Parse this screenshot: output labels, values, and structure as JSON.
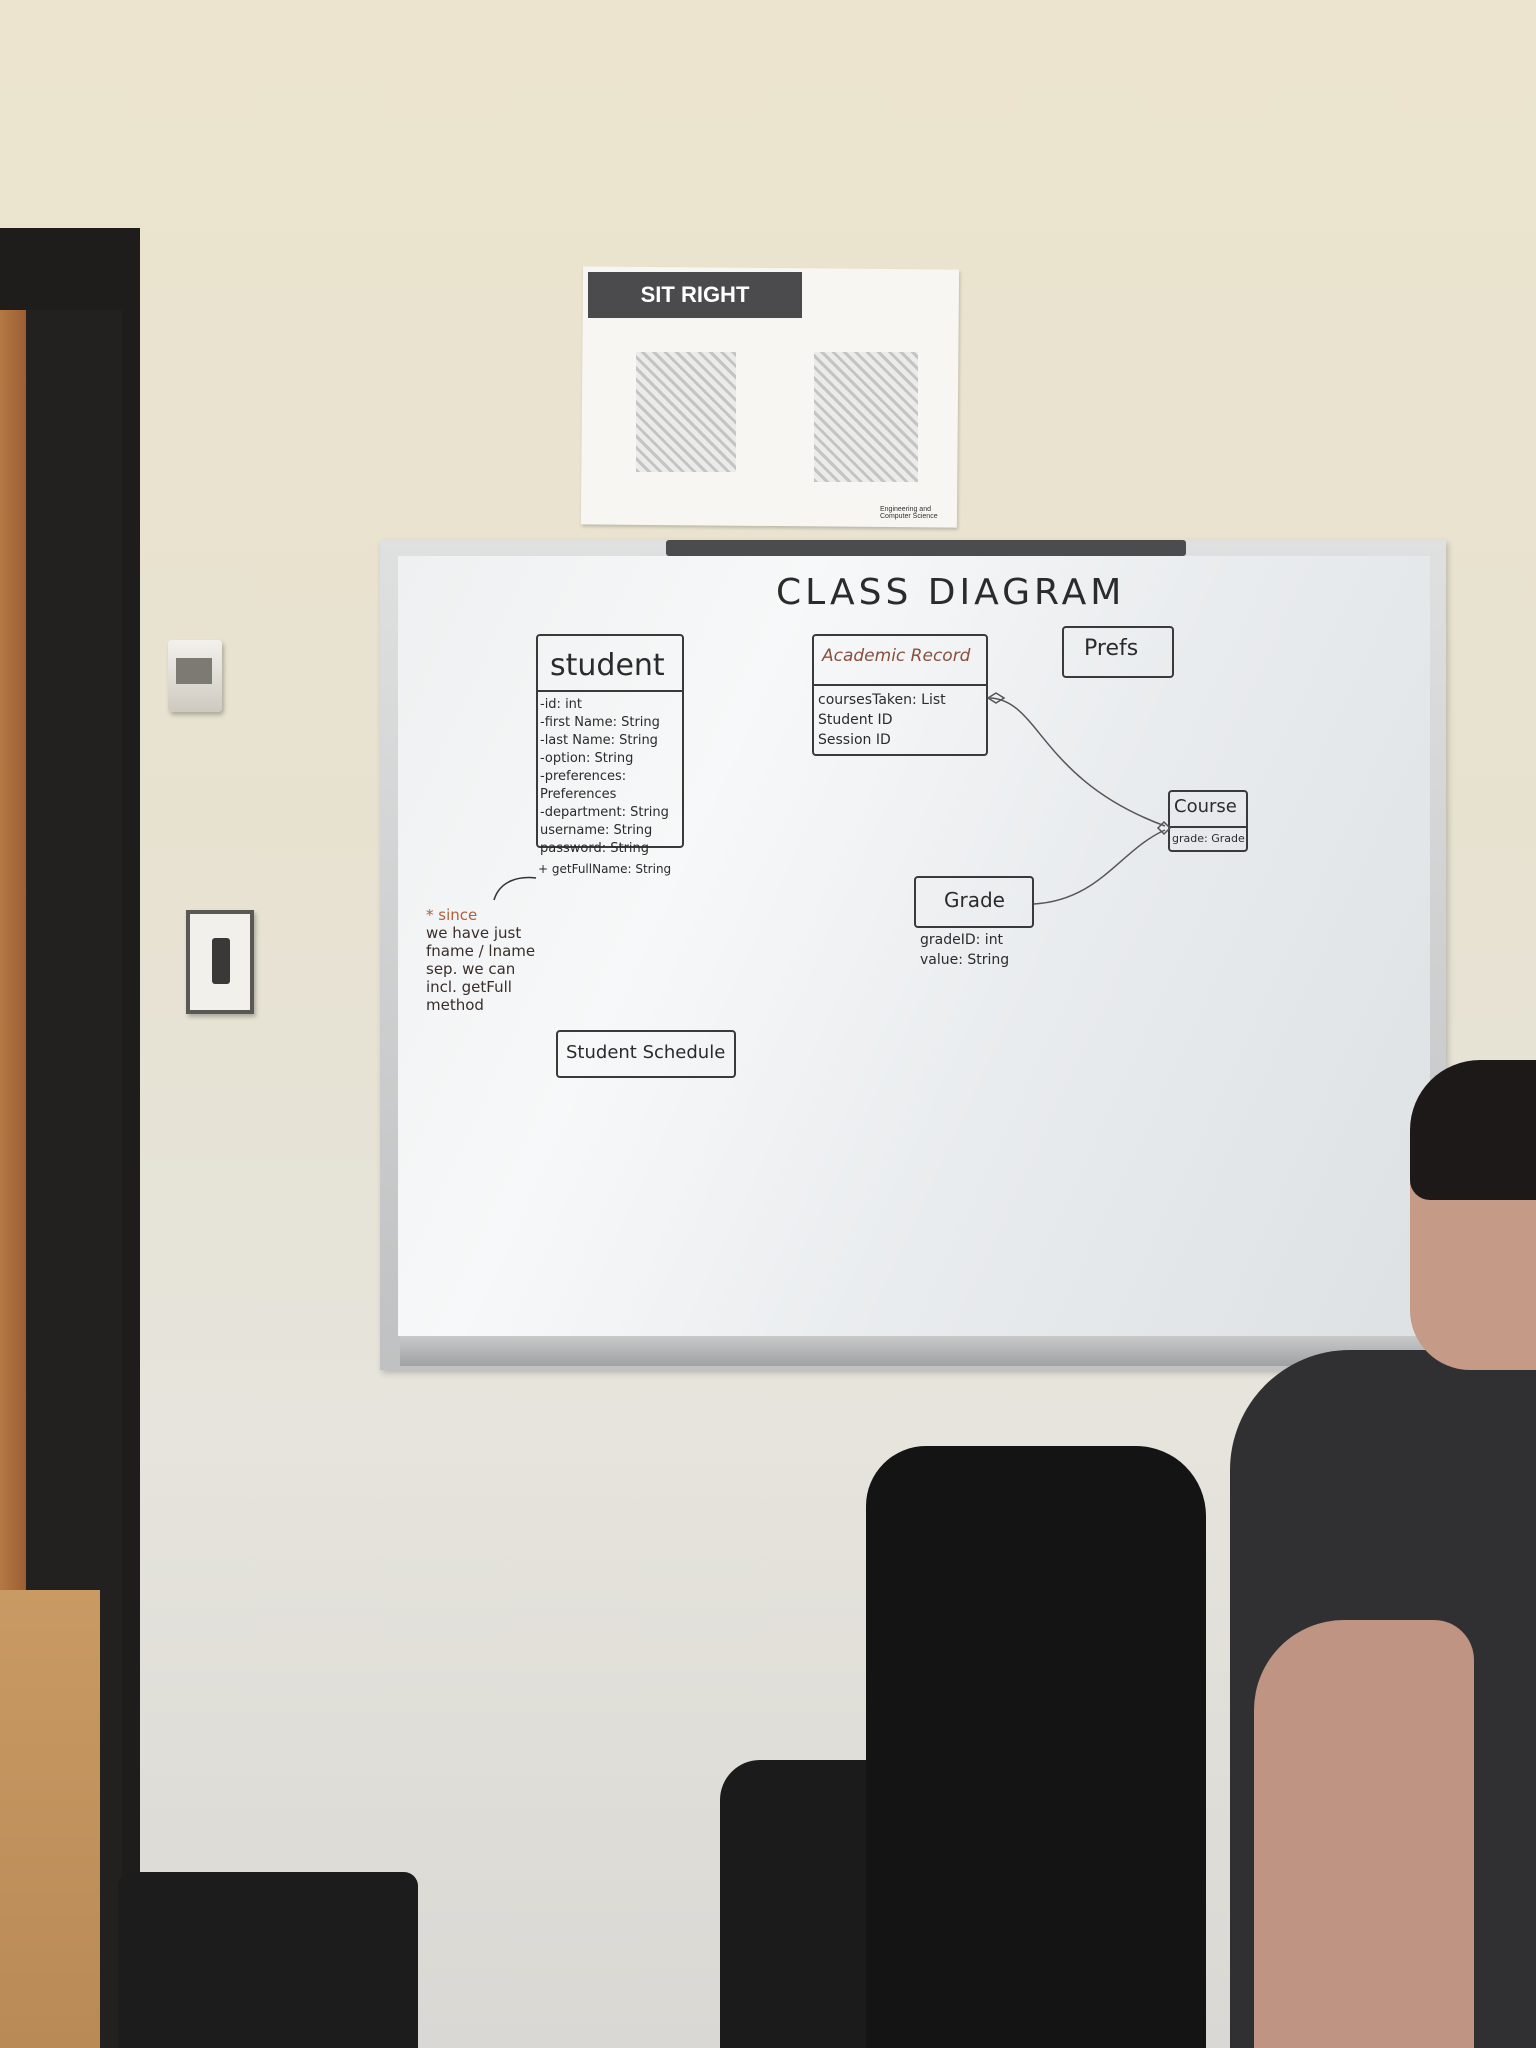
{
  "poster": {
    "title": "SIT RIGHT",
    "logo_text": "Engineering and Computer Science"
  },
  "whiteboard": {
    "heading": "CLASS DIAGRAM",
    "student": {
      "name": "student",
      "attributes": [
        "-id: int",
        "-first Name: String",
        "-last Name: String",
        "-option: String",
        "-preferences: Preferences",
        "-department: String",
        "username: String",
        "password: String"
      ],
      "method": "+ getFullName: String"
    },
    "academic_record": {
      "name": "Academic Record",
      "attributes": [
        "coursesTaken: List",
        "Student ID",
        "Session ID"
      ]
    },
    "prefs": {
      "name": "Prefs"
    },
    "course": {
      "name": "Course",
      "attributes": [
        "grade: Grade"
      ]
    },
    "grade": {
      "name": "Grade",
      "attributes": [
        "gradeID: int",
        "value: String"
      ]
    },
    "student_schedule": {
      "name": "Student Schedule"
    },
    "note": [
      "* since",
      "we have just",
      "fname / lname",
      "sep. we can",
      "incl. getFull",
      "method"
    ]
  }
}
